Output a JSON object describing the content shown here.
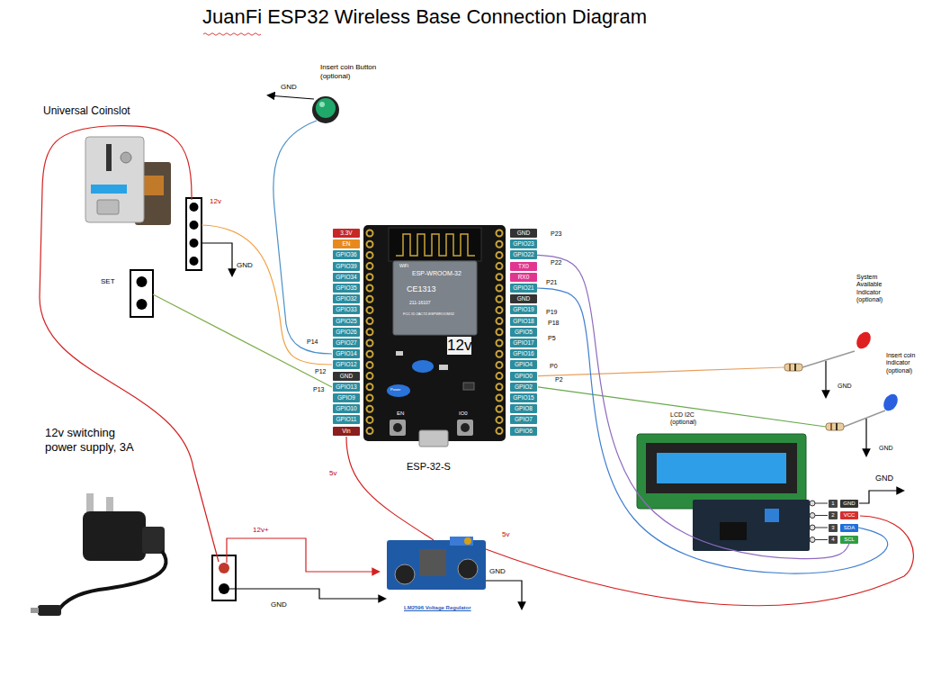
{
  "diagram": {
    "title": "JuanFi ESP32 Wireless Base Connection Diagram",
    "nodes": [
      {
        "text": [
          "3.3V"
        ]
      },
      {
        "text": [
          "EN"
        ]
      },
      {
        "text": [
          "GPIO36"
        ]
      },
      {
        "text": [
          "GPIO39"
        ]
      },
      {
        "text": [
          "GPIO34"
        ]
      },
      {
        "text": [
          "GPIO35"
        ]
      },
      {
        "text": [
          "GPIO32"
        ]
      },
      {
        "text": [
          "GPIO33"
        ]
      },
      {
        "text": [
          "GPIO25"
        ]
      },
      {
        "text": [
          "GPIO26"
        ]
      },
      {
        "text": [
          "GPIO27"
        ]
      },
      {
        "text": [
          "GPIO14"
        ]
      },
      {
        "text": [
          "GPIO12"
        ]
      },
      {
        "text": [
          "GND"
        ]
      },
      {
        "text": [
          "GPIO13"
        ]
      },
      {
        "text": [
          "GPIO9"
        ]
      },
      {
        "text": [
          "GPIO10"
        ]
      },
      {
        "text": [
          "GPIO11"
        ]
      },
      {
        "text": [
          "Vin"
        ]
      },
      {
        "text": [
          "GND"
        ]
      },
      {
        "text": [
          "GPIO23"
        ]
      },
      {
        "text": [
          "GPIO22"
        ]
      },
      {
        "text": [
          "TX0"
        ]
      },
      {
        "text": [
          "RX0"
        ]
      },
      {
        "text": [
          "GPIO21"
        ]
      },
      {
        "text": [
          "GND"
        ]
      },
      {
        "text": [
          "GPIO19"
        ]
      },
      {
        "text": [
          "GPIO18"
        ]
      },
      {
        "text": [
          "GPIO5"
        ]
      },
      {
        "text": [
          "GPIO17"
        ]
      },
      {
        "text": [
          "GPIO16"
        ]
      },
      {
        "text": [
          "GPIO4"
        ]
      },
      {
        "text": [
          "GPIO0"
        ]
      },
      {
        "text": [
          "GPIO2"
        ]
      },
      {
        "text": [
          "GPIO15"
        ]
      },
      {
        "text": [
          "GPIO8"
        ]
      },
      {
        "text": [
          "GPIO7"
        ]
      },
      {
        "text": [
          "GPIO6"
        ]
      },
      {
        "text": [
          "GND"
        ]
      },
      {
        "text": [
          "VCC"
        ]
      },
      {
        "text": [
          "SDA"
        ]
      },
      {
        "text": [
          "SCL"
        ]
      }
    ],
    "edges": [
      {
        "from": 21,
        "to": 41,
        "arrow": "none"
      },
      {
        "from": 24,
        "to": 40,
        "arrow": "none"
      }
    ],
    "labels": [
      "Insert coin Button (optional)",
      "GND",
      "Universal Coinslot",
      "12v",
      "GND",
      "SET",
      "12v switching power supply, 3A",
      "12v+",
      "GND",
      "5v",
      "LM2596 Voltage Regulator",
      "GND",
      "5v",
      "ESP-32-S",
      "WiFi",
      "ESP-WROOM-32",
      "CE1313",
      "211-16107",
      "FCC ID 2AC7Z-ESPWROOM32",
      "12v",
      "Power",
      "EN",
      "IO0",
      "P14",
      "P12",
      "P13",
      "P23",
      "P22",
      "P21",
      "P19",
      "P18",
      "P5",
      "P0",
      "P2",
      "System Available Indicator (optional)",
      "GND",
      "Insert coin indicator (optional)",
      "GND",
      "LCD I2C (optional)",
      "GND",
      "1",
      "2",
      "3",
      "4"
    ]
  }
}
